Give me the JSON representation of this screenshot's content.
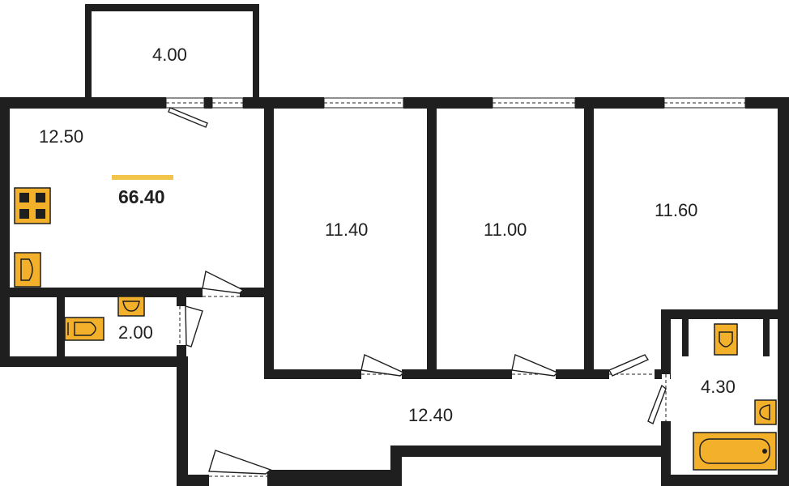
{
  "plan": {
    "total_area": "66.40",
    "accent_color": "#f2c44a",
    "rooms": {
      "balcony": "4.00",
      "kitchen": "12.50",
      "room_1": "11.40",
      "room_2": "11.00",
      "room_3": "11.60",
      "wc": "2.00",
      "hall": "12.40",
      "bathroom": "4.30"
    },
    "fixtures": [
      "stove-icon",
      "kitchen-sink-icon",
      "washbasin-icon",
      "toilet-icon",
      "bathtub-icon"
    ]
  }
}
